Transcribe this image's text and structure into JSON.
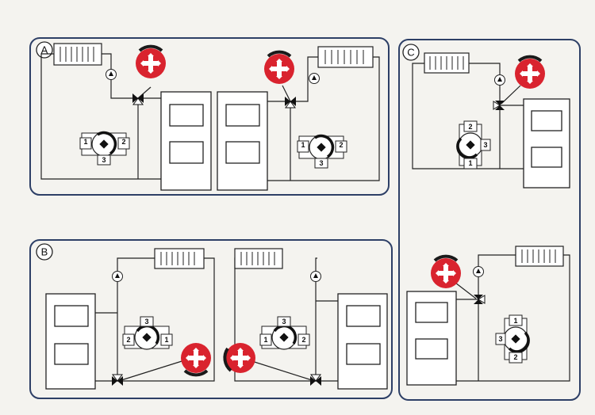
{
  "panels": [
    {
      "id": "panel-a",
      "label": "A"
    },
    {
      "id": "panel-b",
      "label": "B"
    },
    {
      "id": "panel-c",
      "label": "C"
    }
  ],
  "valves": {
    "a1": {
      "left": "1",
      "right": "2",
      "bottom": "3"
    },
    "a2": {
      "left": "1",
      "right": "2",
      "bottom": "3"
    },
    "b1": {
      "top": "3",
      "left": "2",
      "right": "1"
    },
    "b2": {
      "top": "3",
      "left": "1",
      "right": "2"
    },
    "c1": {
      "top": "2",
      "right": "3",
      "bottom": "1"
    },
    "c2": {
      "top": "1",
      "left": "3",
      "bottom": "2"
    }
  },
  "colors": {
    "frame": "#2d3f66",
    "actuator": "#d9232e",
    "actuator_arc": "#1a1a1a",
    "pipe": "#222222",
    "background": "#f4f3ef"
  },
  "icons": {
    "actuator": "red-actuator-motor-icon",
    "pump": "circulation-pump-icon",
    "radiator": "radiator-icon",
    "boiler": "boiler-icon",
    "valve": "three-way-mixing-valve-icon"
  }
}
